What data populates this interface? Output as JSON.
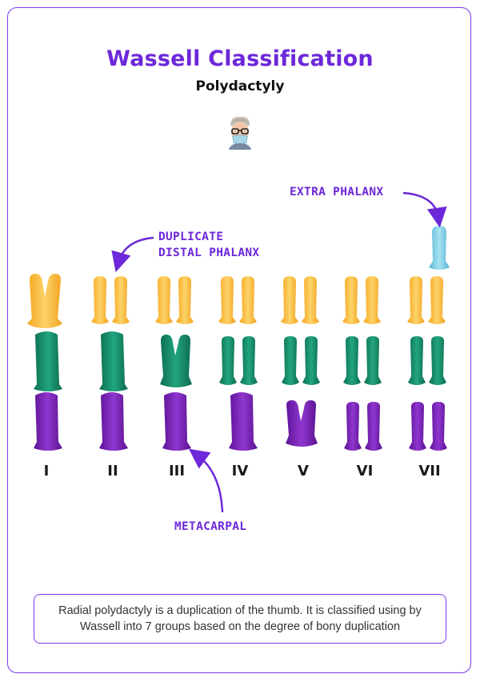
{
  "header": {
    "title": "Wassell Classification",
    "subtitle": "Polydactyly"
  },
  "colors": {
    "accent": "#6d28d9",
    "distal_phalanx": "#f6b93b",
    "proximal_phalanx": "#138a6a",
    "metacarpal": "#7a22b8",
    "extra_phalanx": "#7ccfe6"
  },
  "types": [
    {
      "numeral": "I"
    },
    {
      "numeral": "II"
    },
    {
      "numeral": "III"
    },
    {
      "numeral": "IV"
    },
    {
      "numeral": "V"
    },
    {
      "numeral": "VI"
    },
    {
      "numeral": "VII"
    }
  ],
  "annotations": {
    "extra_phalanx": "EXTRA PHALANX",
    "duplicate_distal_line1": "DUPLICATE",
    "duplicate_distal_line2": "DISTAL PHALANX",
    "metacarpal": "METACARPAL"
  },
  "summary": {
    "text": "Radial polydactyly is a duplication of the thumb. It is classified using by Wassell into 7 groups based on the degree of bony duplication"
  }
}
